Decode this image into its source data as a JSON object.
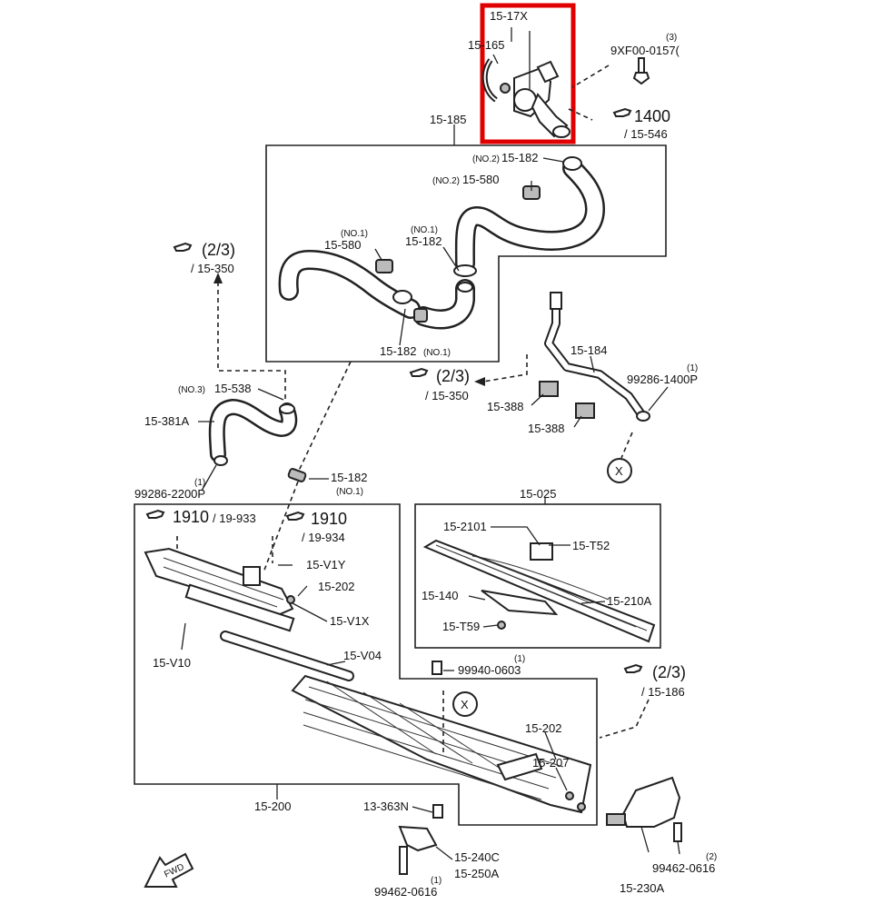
{
  "highlight": {
    "color": "#e00000"
  },
  "labels": {
    "l_15_17x": "15-17X",
    "l_15_165": "15-165",
    "l_9xf00_q": "(3)",
    "l_9xf00": "9XF00-0157(",
    "l_1400": "1400",
    "l_15_546": "/ 15-546",
    "l_15_185": "15-185",
    "l_182_top_q": "(NO.2)",
    "l_182_top": "15-182",
    "l_580_n2_q": "(NO.2)",
    "l_580_n2": "15-580",
    "l_580_n1_q": "(NO.1)",
    "l_580_n1": "15-580",
    "l_182_n1_q": "(NO.1)",
    "l_182_n1": "15-182",
    "l_182_bot": "15-182",
    "l_182_bot_q": "(NO.1)",
    "l_23_a": "(2/3)",
    "l_15_350_a": "/ 15-350",
    "l_538_q": "(NO.3)",
    "l_538": "15-538",
    "l_381a": "15-381A",
    "l_99286_2200_q": "(1)",
    "l_99286_2200": "99286-2200P",
    "l_182_mid": "15-182",
    "l_182_mid_q": "(NO.1)",
    "l_23_b": "(2/3)",
    "l_15_350_b": "/ 15-350",
    "l_184": "15-184",
    "l_99286_1400_q": "(1)",
    "l_99286_1400": "99286-1400P",
    "l_388_a": "15-388",
    "l_388_b": "15-388",
    "l_x1": "X",
    "l_025": "15-025",
    "l_2101": "15-2101",
    "l_t52": "15-T52",
    "l_140": "15-140",
    "l_210a": "15-210A",
    "l_t59": "15-T59",
    "l_1910_a": "1910",
    "l_19_933": "/ 19-933",
    "l_1910_b": "1910",
    "l_19_934": "/ 19-934",
    "l_v1y": "15-V1Y",
    "l_202_a": "15-202",
    "l_v1x": "15-V1X",
    "l_v10": "15-V10",
    "l_v04": "15-V04",
    "l_99940_q": "(1)",
    "l_99940": "99940-0603",
    "l_x2": "X",
    "l_23_c": "(2/3)",
    "l_15_186": "/ 15-186",
    "l_202_b": "15-202",
    "l_207": "15-207",
    "l_200": "15-200",
    "l_13_363n": "13-363N",
    "l_240c": "15-240C",
    "l_250a": "15-250A",
    "l_99462_a_q": "(1)",
    "l_99462_a": "99462-0616",
    "l_99462_b_q": "(2)",
    "l_99462_b": "99462-0616",
    "l_230a": "15-230A",
    "l_fwd": "FWD"
  }
}
